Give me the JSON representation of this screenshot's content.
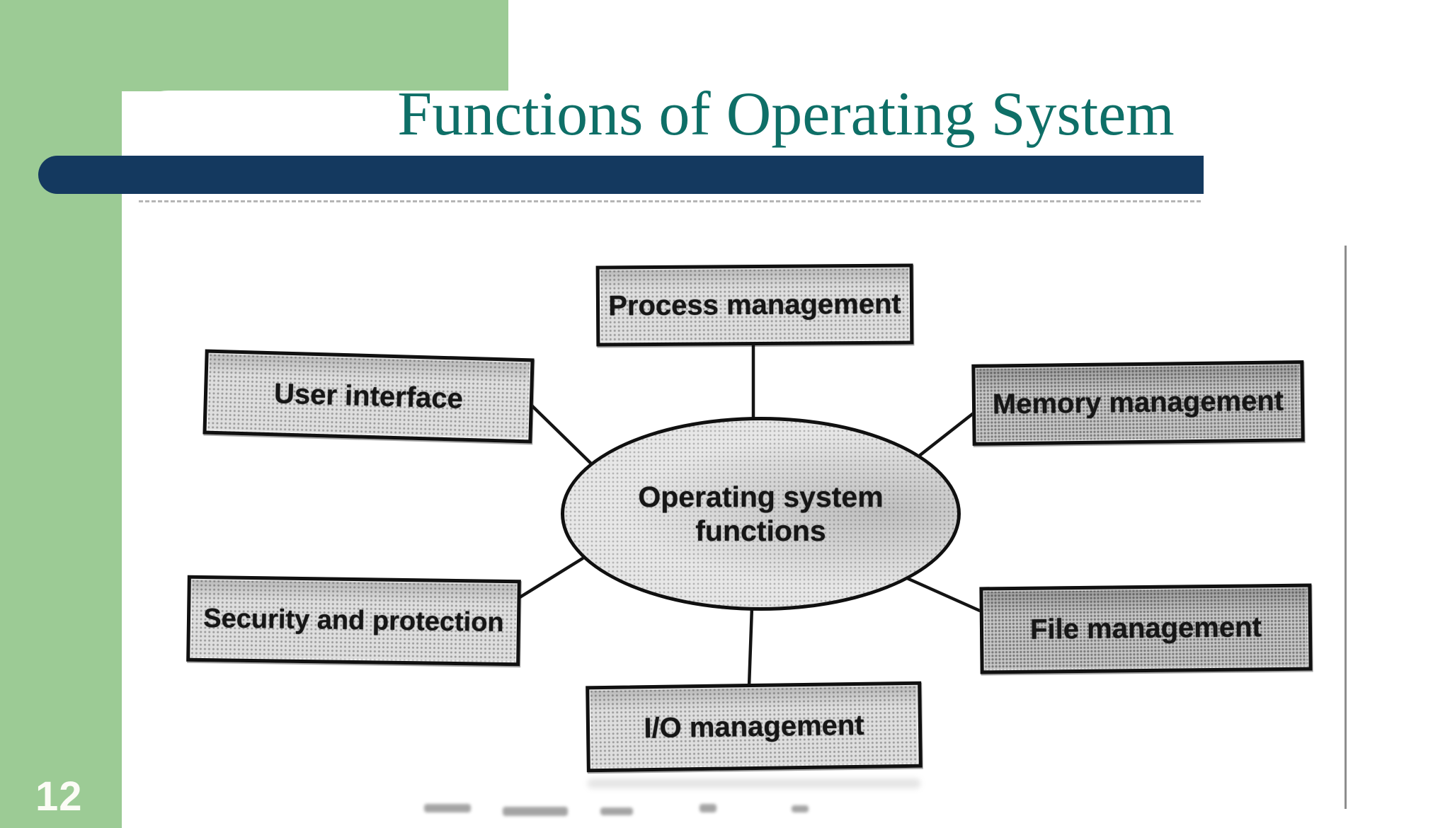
{
  "slide": {
    "title": "Functions of Operating System",
    "page_number": "12"
  },
  "diagram": {
    "center": {
      "line1": "Operating system",
      "line2": "functions"
    },
    "nodes": [
      {
        "label": "Process management"
      },
      {
        "label": "User interface"
      },
      {
        "label": "Memory management"
      },
      {
        "label": "Security and protection"
      },
      {
        "label": "File management"
      },
      {
        "label": "I/O management"
      }
    ]
  },
  "colors": {
    "backdrop_green": "#9CCB95",
    "bar_navy": "#14395F",
    "title_teal": "#0E6F67",
    "diagram_ink": "#141414",
    "box_fill_light": "#DEDEDE",
    "box_fill_dark": "#C7C7C7"
  }
}
